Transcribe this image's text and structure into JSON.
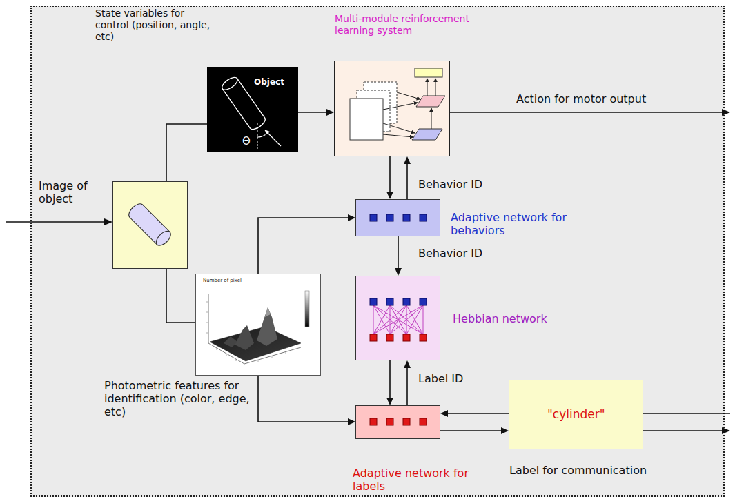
{
  "diagram": {
    "nodes": [
      {
        "text": [
          "State variables for control (position, angle, etc)",
          "Object",
          "Θ"
        ]
      },
      {
        "text": [
          "Multi-module reinforcement learning system"
        ]
      },
      {
        "text": [
          "Image of object"
        ]
      },
      {
        "text": [
          "Adaptive network for behaviors"
        ]
      },
      {
        "text": [
          "Photometric features for identification (color, edge, etc)",
          "Number of pixel"
        ]
      },
      {
        "text": [
          "Hebbian network"
        ]
      },
      {
        "text": [
          "Adaptive network for labels"
        ]
      },
      {
        "text": [
          "\"cylinder\"",
          "Label for communication"
        ]
      }
    ],
    "edges": [
      {
        "from": 2,
        "to": 0,
        "arrow": "none"
      },
      {
        "from": 0,
        "to": 1,
        "arrow": "to"
      },
      {
        "from": 2,
        "to": 4,
        "arrow": "none"
      },
      {
        "from": 4,
        "to": 3,
        "arrow": "to"
      },
      {
        "from": 4,
        "to": 6,
        "arrow": "to"
      },
      {
        "from": 1,
        "to": 3,
        "arrow": "to"
      },
      {
        "from": 3,
        "to": 1,
        "label": "Behavior ID",
        "arrow": "to"
      },
      {
        "from": 3,
        "to": 5,
        "label": "Behavior ID",
        "arrow": "to"
      },
      {
        "from": 5,
        "to": 6,
        "arrow": "to"
      },
      {
        "from": 6,
        "to": 5,
        "label": "Label ID",
        "arrow": "to"
      },
      {
        "from": 7,
        "to": 6,
        "arrow": "to"
      },
      {
        "from": 6,
        "to": 7,
        "arrow": "to"
      }
    ],
    "labels": [
      "Action for motor output"
    ]
  }
}
